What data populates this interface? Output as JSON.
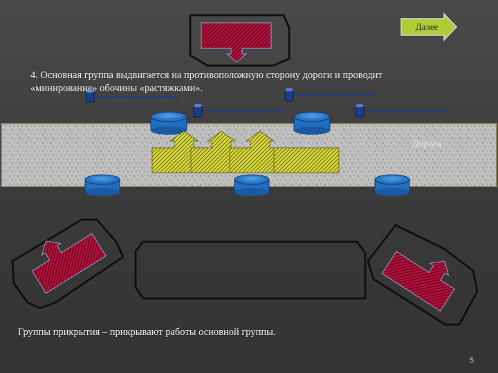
{
  "slide": {
    "next_button": "Далее",
    "main_text": "4. Основная группа выдвигается на противоположную сторону дороги и проводит «минирование» обочины «растяжками».",
    "road_label": "Дорога",
    "cover_text": "Группы прикрытия – прикрывают работы основной группы.",
    "page_number": "5"
  },
  "colors": {
    "background": "#3c3c3c",
    "road": "#b8b8b8",
    "main_group": "#cccc33",
    "cover_group": "#b0103a",
    "mine": "#1f6fc0",
    "tripwire_post": "#1a3d8a"
  }
}
